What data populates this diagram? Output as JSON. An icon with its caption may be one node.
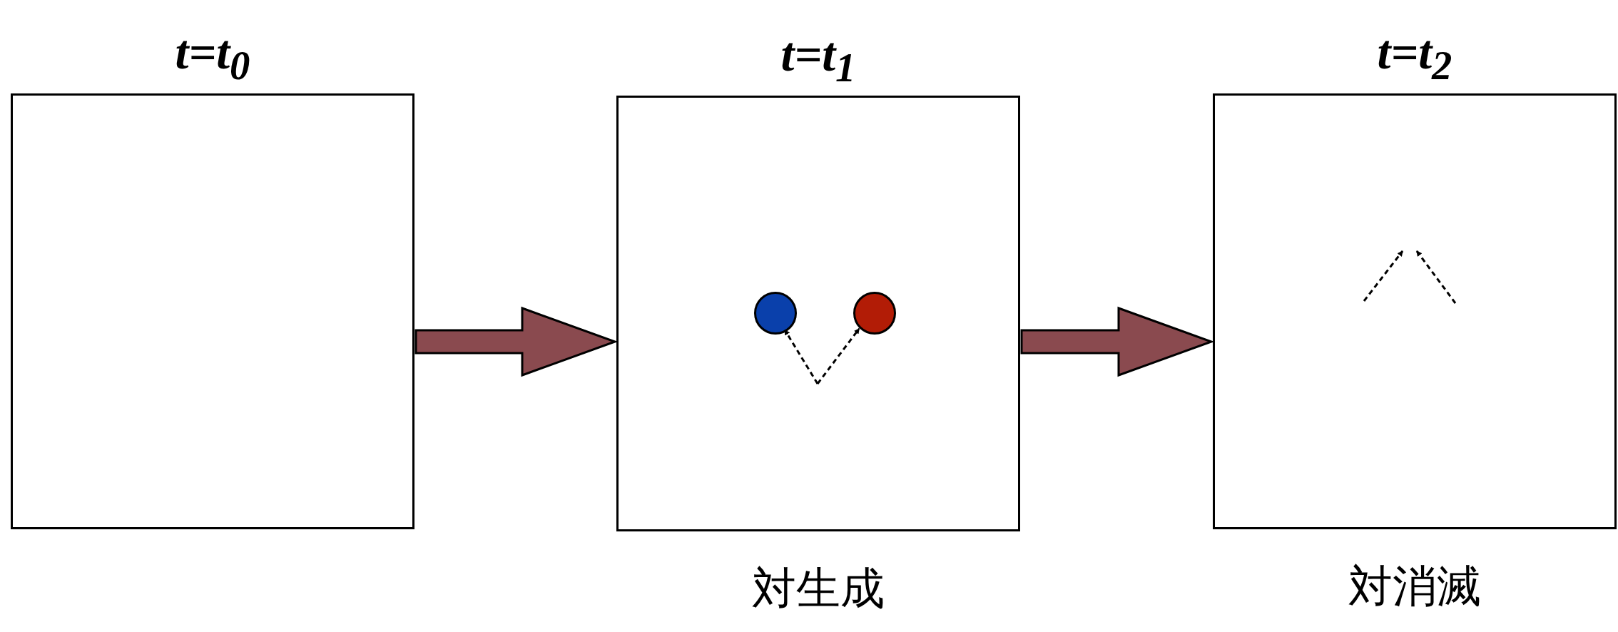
{
  "diagram": {
    "nodes": [
      {
        "text": [
          "t=t$_{0}$"
        ]
      },
      {
        "text": [
          "t=t$_{1}$"
        ],
        "beside": [
          "対生成"
        ]
      },
      {
        "text": [
          "t=t$_{2}$"
        ],
        "beside": [
          "対消滅"
        ]
      },
      {
        "text": [],
        "shape": "circle",
        "in": 1
      },
      {
        "text": [],
        "shape": "circle",
        "in": 1
      }
    ],
    "edges": [
      {
        "from": 0,
        "to": 1,
        "arrow": "to",
        "style": "thick",
        "color": "#8a4a4f"
      },
      {
        "from": 1,
        "to": 2,
        "arrow": "to",
        "style": "thick",
        "color": "#8a4a4f"
      },
      {
        "from": null,
        "to": 3,
        "arrow": "to",
        "style": "dashed",
        "color": "#000000"
      },
      {
        "from": null,
        "to": 4,
        "arrow": "to",
        "style": "dashed",
        "color": "#000000"
      }
    ]
  }
}
